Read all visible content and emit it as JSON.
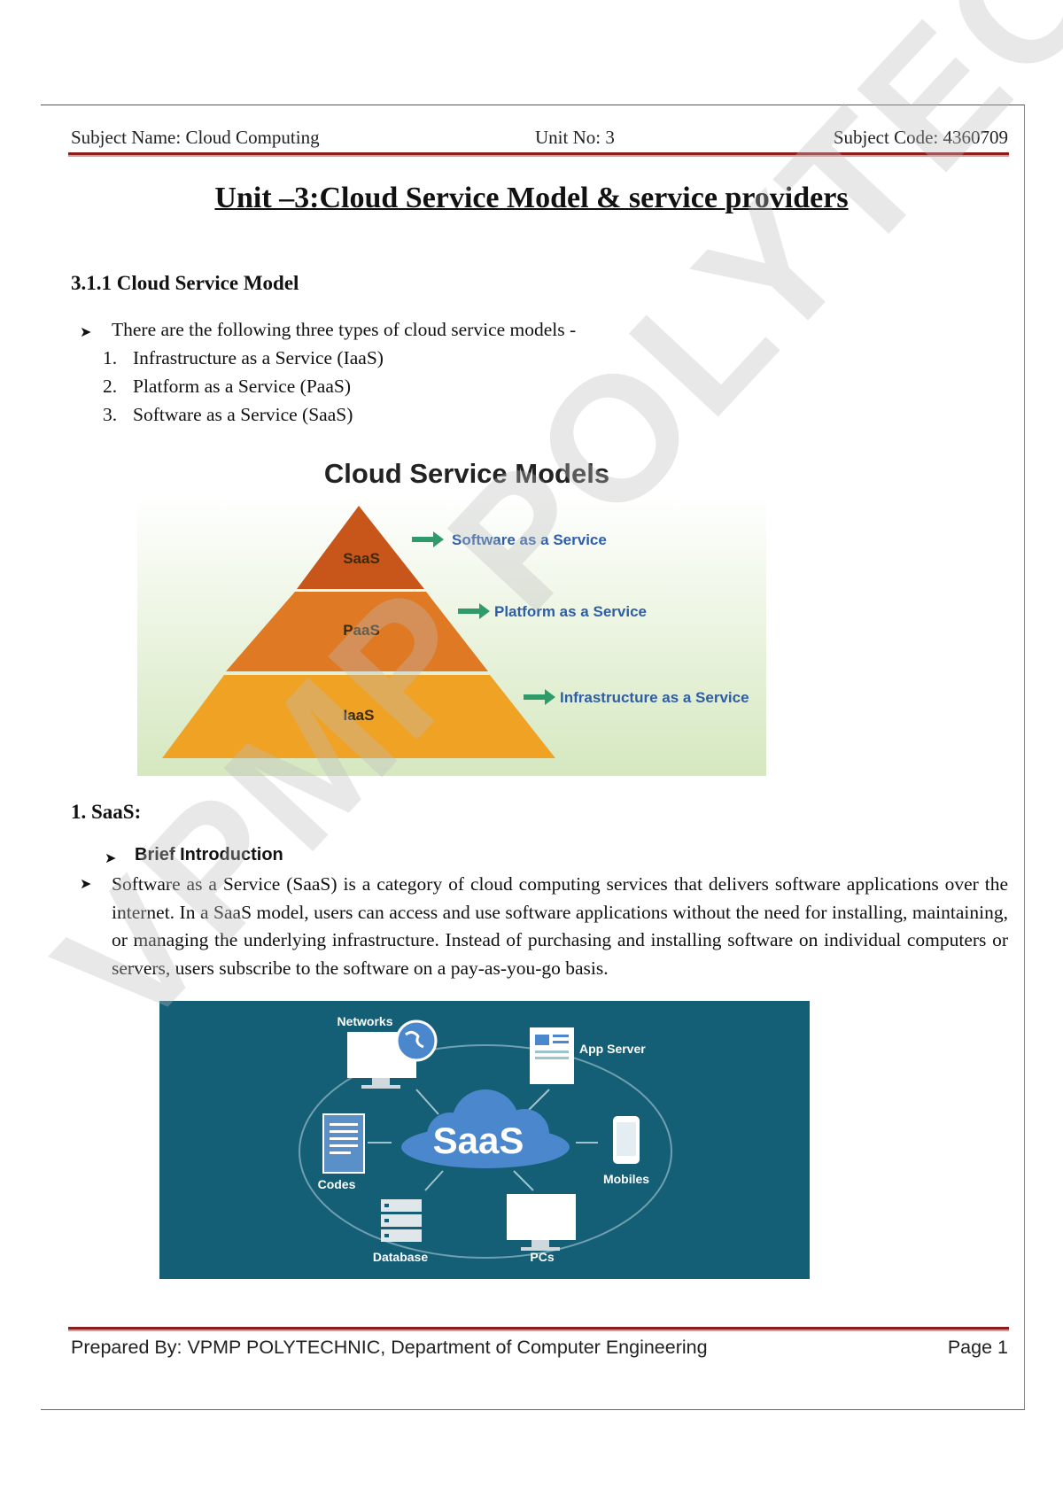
{
  "header": {
    "subject_name": "Subject Name: Cloud Computing",
    "unit_no": "Unit No: 3",
    "subject_code": "Subject Code: 4360709"
  },
  "title": "Unit –3:Cloud Service Model & service providers",
  "section": {
    "heading": "3.1.1 Cloud Service Model",
    "intro": "There are the following three types of cloud service models -",
    "items": [
      "Infrastructure as a Service (IaaS)",
      "Platform as a Service (PaaS)",
      "Software as a Service (SaaS)"
    ],
    "item_numbers": [
      "1.",
      "2.",
      "3."
    ]
  },
  "pyramid": {
    "title": "Cloud Service Models",
    "layers": [
      "SaaS",
      "PaaS",
      "IaaS"
    ],
    "labels": [
      "Software as a Service",
      "Platform as a Service",
      "Infrastructure as a Service"
    ],
    "colors": {
      "saas": "#c8561b",
      "paas": "#e07923",
      "iaas": "#f0a225",
      "arrow": "#2f9a6a",
      "label": "#2f5ea8"
    }
  },
  "saas_section": {
    "heading": "1. SaaS:",
    "sub_heading": "Brief Introduction",
    "paragraph": "Software as a Service (SaaS) is a category of cloud computing services that delivers software applications over the internet. In a SaaS model, users can access and use software applications without the need for installing, maintaining, or managing the underlying infrastructure. Instead of purchasing and installing software on individual computers or servers, users subscribe to the software on a pay-as-you-go basis."
  },
  "saas_diagram": {
    "center": "SaaS",
    "nodes": [
      "Networks",
      "App Server",
      "Codes",
      "Mobiles",
      "Database",
      "PCs"
    ],
    "colors": {
      "background": "#155f76",
      "cloud": "#4a87cc"
    }
  },
  "watermark": "VPMP POLYTECHNIC",
  "footer": {
    "prepared_by": "Prepared By: VPMP POLYTECHNIC, Department of Computer Engineering",
    "page": "Page 1"
  }
}
